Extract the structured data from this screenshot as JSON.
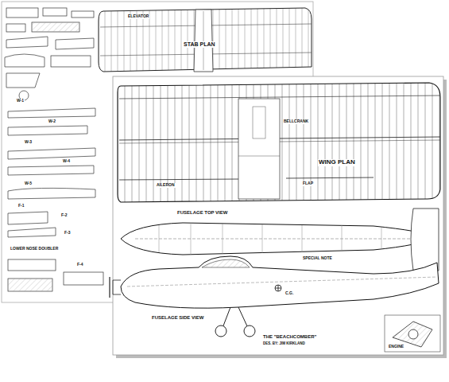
{
  "diagram": {
    "labels": [
      "STAB PLAN",
      "ELEVATOR",
      "W-1",
      "W-2",
      "W-3",
      "W-4",
      "W-5",
      "F-1",
      "F-2",
      "F-3",
      "LOWER NOSE DOUBLER",
      "F-4",
      "WING PLAN",
      "AILERON",
      "FLAP",
      "BELLCRANK",
      "FUSELAGE TOP VIEW",
      "SPECIAL NOTE",
      "C.G.",
      "FUSELAGE SIDE VIEW",
      "THE \"BEACHCOMBER\"",
      "DES. BY: JIM KIRKLAND",
      "ENGINE"
    ]
  }
}
